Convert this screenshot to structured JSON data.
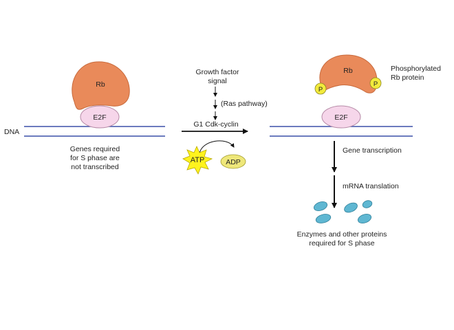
{
  "labels": {
    "dna": "DNA",
    "rb_left": "Rb",
    "e2f_left": "E2F",
    "genes_line1": "Genes required",
    "genes_line2": "for S phase are",
    "genes_line3": "not transcribed",
    "growth_line1": "Growth factor",
    "growth_line2": "signal",
    "ras": "(Ras pathway)",
    "g1": "G1 Cdk-cyclin",
    "atp": "ATP",
    "adp": "ADP",
    "rb_right": "Rb",
    "p1": "P",
    "p2": "P",
    "phospho_line1": "Phosphorylated",
    "phospho_line2": "Rb protein",
    "e2f_right": "E2F",
    "gene_transcription": "Gene transcription",
    "mrna_translation": "mRNA translation",
    "enzymes_line1": "Enzymes and other proteins",
    "enzymes_line2": "required for S phase"
  },
  "colors": {
    "dna_line": "#3a4fa8",
    "rb_fill": "#e98a5a",
    "rb_stroke": "#c86a3c",
    "e2f_fill": "#f6d6ea",
    "e2f_stroke": "#b58aa6",
    "phosphate_fill": "#f2ea3c",
    "atp_fill": "#fff31e",
    "adp_fill": "#eee77a",
    "protein_fill": "#5fb7d2",
    "arrow": "#111111"
  }
}
